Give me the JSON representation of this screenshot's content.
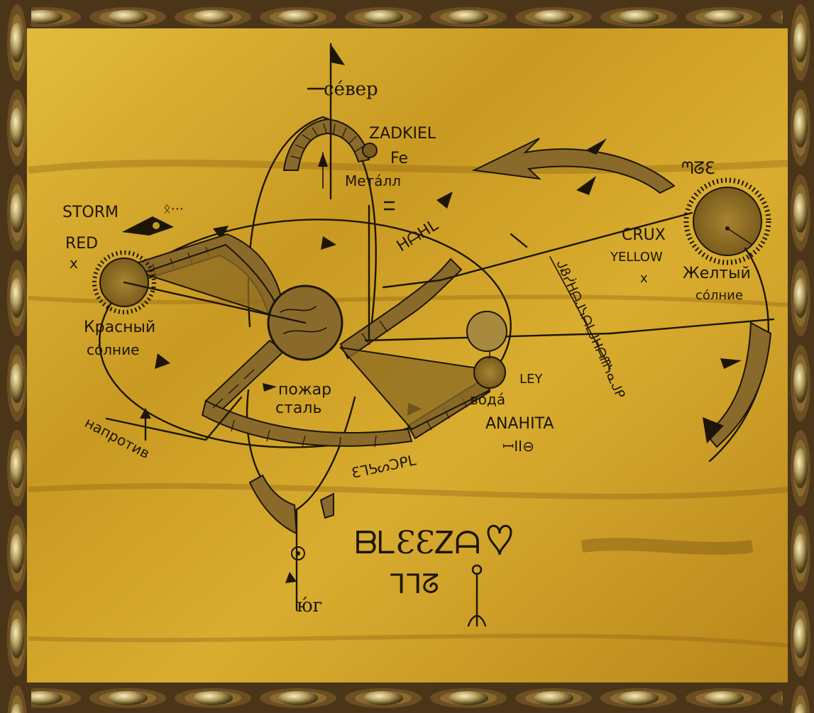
{
  "map": {
    "north": "сéвер",
    "south": "ю́г",
    "zadkiel": "ZADKIEL",
    "zadkiel_sub": "Fe",
    "metal": "Метáлл",
    "storm": "STORM",
    "storm_glyph": "ᛟ⋯",
    "red": "RED",
    "red_x": "x",
    "red_sun_1": "Красный",
    "red_sun_2": "сóлние",
    "opposite": "напротив",
    "fire_1": "пожар",
    "fire_2": "сталь",
    "water": "водá",
    "ley": "LEY",
    "anahita": "ANAHITA",
    "anahita_glyph": "ꟷII⊖",
    "gabriel_glyph": "ƐᒣᕊᔕƆᑭᒪ",
    "raziel_glyph": "ᕼᗩᕼᒪ",
    "crux": "CRUX",
    "yellow": "YELLOW",
    "yellow_x": "x",
    "yellow_sun_1": "Желтый",
    "yellow_sun_2": "сóлние",
    "oze_glyph": "ᘉᘔƐ",
    "diag_glyph": "ᒍᏰᓰᕼᗩᒍᓭᗩᒪᒍᕼᗩᗰᓭᓇᒍᑭ",
    "bottom_glyph_1": "ᗷᒪƐƐᏃᗩ",
    "bottom_glyph_2": "ᒣᒣᘔ",
    "colors": {
      "parchment": "#c99a22",
      "parchment_light": "#e2bb3c",
      "ink": "#1c1508",
      "frame": "#4a3518",
      "brass": "#d6c183"
    },
    "icons": {
      "compass_rose": "compass-rose-icon",
      "sun": "sun-icon",
      "frame_ornament": "sunflower-ornament-icon"
    }
  }
}
